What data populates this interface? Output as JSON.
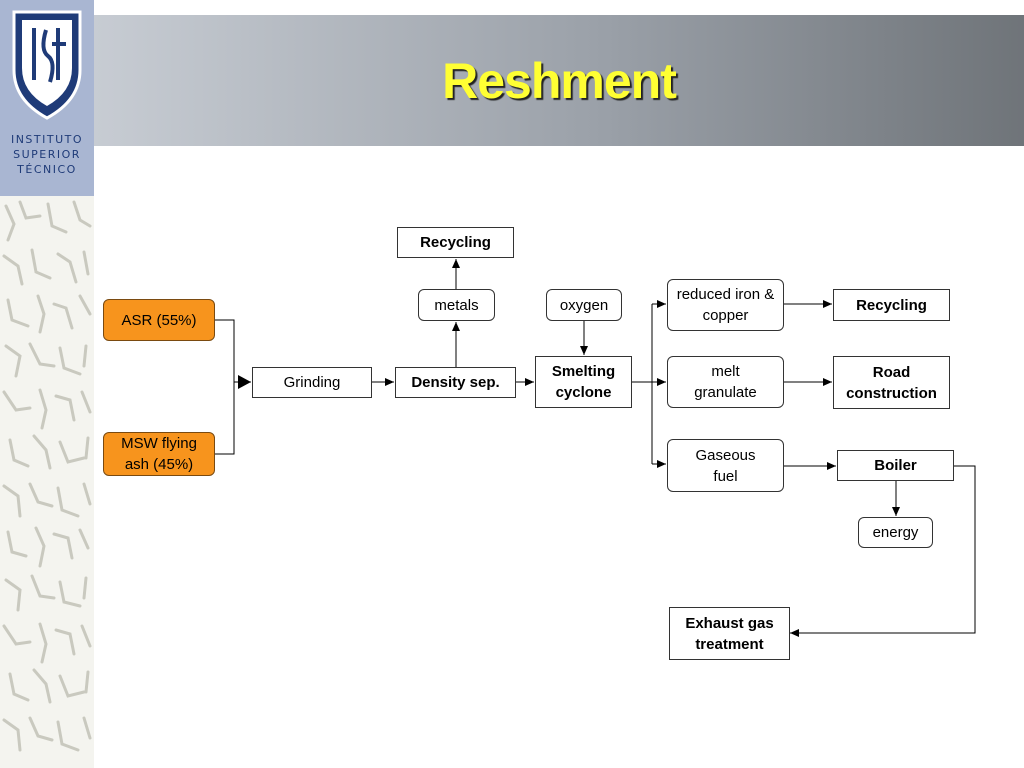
{
  "title": "Reshment",
  "logo": {
    "monogram": "IST",
    "text_lines": [
      "INSTITUTO",
      "SUPERIOR",
      "TÉCNICO"
    ]
  },
  "diagram": {
    "inputs": {
      "asr": "ASR (55%)",
      "msw": "MSW flying ash (45%)"
    },
    "grinding": "Grinding",
    "density_sep": "Density sep.",
    "metals": "metals",
    "recycling_top": "Recycling",
    "oxygen": "oxygen",
    "smelting": "Smelting cyclone",
    "iron_copper": "reduced iron & copper",
    "recycling_right": "Recycling",
    "melt_granulate": "melt granulate",
    "road_construction": "Road construction",
    "gaseous_fuel": "Gaseous fuel",
    "boiler": "Boiler",
    "energy": "energy",
    "exhaust": "Exhaust gas treatment"
  },
  "colors": {
    "input_fill": "#f7941d",
    "title_text": "#ffff33",
    "logo_blue": "#1f3b78"
  }
}
